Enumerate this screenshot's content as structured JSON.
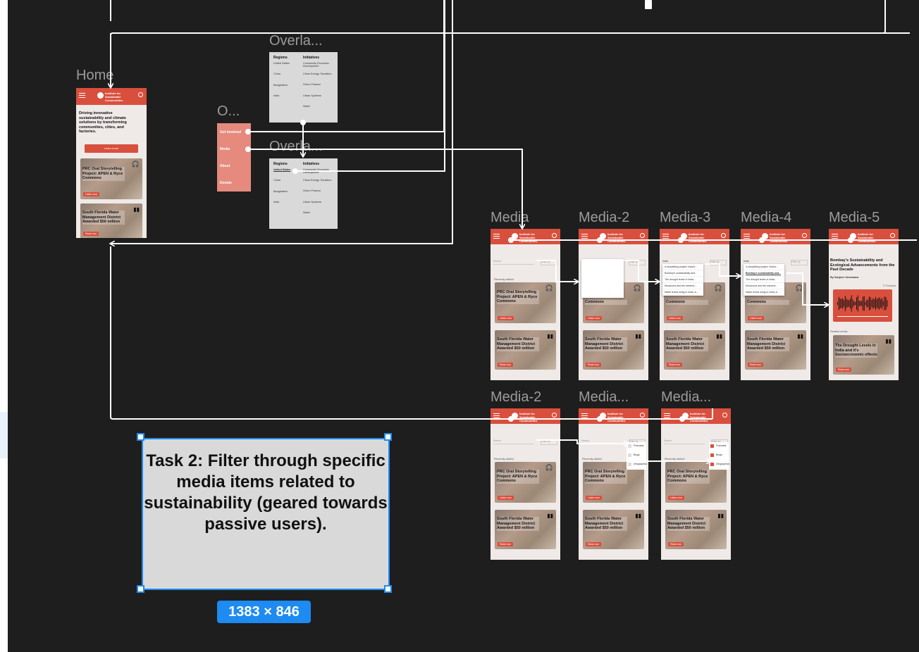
{
  "frames": {
    "home": "Home",
    "overlay_top": "Overla...",
    "overlay_bottom": "Overla...",
    "dropdown": "O...",
    "media": "Media",
    "media_2": "Media-2",
    "media_3": "Media-3",
    "media_4": "Media-4",
    "media_5": "Media-5",
    "media_2b": "Media-2",
    "media_a": "Media...",
    "media_b": "Media..."
  },
  "brand": {
    "name": "Institute for Sustainable Communities"
  },
  "home": {
    "hero": "Driving innovative sustainability and climate solutions by transforming communities, cities, and factories.",
    "cta": "Learn more"
  },
  "cards": {
    "podcast_title": "PRC Oral Storytelling Project: APEN & Ryce Commons",
    "podcast_btn": "Listen now",
    "article_title": "South Florida Water Management District Awarded $50 million",
    "article_btn": "Read now",
    "commons": "Commons"
  },
  "nav_menu": [
    "Get Involved",
    "Media",
    "About",
    "Donate"
  ],
  "overlay": {
    "regions_title": "Regions",
    "initiatives_title": "Initiatives",
    "regions": [
      "United States",
      "China",
      "Bangladesh",
      "India"
    ],
    "initiatives": [
      "Community Economic Development",
      "Clean Energy Transition",
      "Green Finance",
      "Urban Systems",
      "Water"
    ]
  },
  "media_list": {
    "search_placeholder": "Search",
    "filter_placeholder": "Filter by",
    "recently_added": "Recently added"
  },
  "search_dropdown": {
    "query": "India",
    "results": [
      "A storytelling project: India's...",
      "Bombay's sustainability and...",
      "The drought levels in India...",
      "Monsoons and the extreme...",
      "Water levels rising in India: A..."
    ]
  },
  "media5": {
    "title": "Bombay's Sustainability and Ecological Advancements from the Past Decade",
    "byline": "By Sanjeev Srivastava",
    "type": "Podcast",
    "related_label": "Related media",
    "related_title": "The Drought Levels in India and it's Socioeconomic effects",
    "related_btn": "Read now"
  },
  "filter_options": [
    "Podcasts",
    "Blogs",
    "Infographics"
  ],
  "task": {
    "text": "Task 2: Filter through specific media items related to sustainability (geared towards passive users).",
    "dimensions": "1383 × 846"
  },
  "colors": {
    "canvas": "#1e1e1e",
    "accent": "#d94f3d",
    "selection": "#1d8bf1"
  }
}
